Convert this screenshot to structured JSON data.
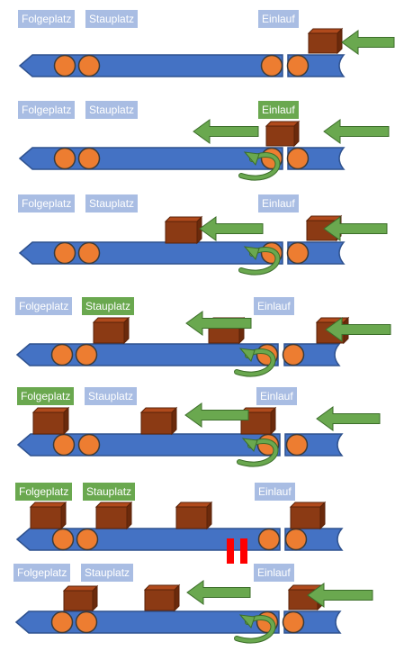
{
  "colors": {
    "belt": "#4472c4",
    "belt_stroke": "#2f528f",
    "roller": "#ed7d31",
    "roller_stroke": "#3b3b3b",
    "box": "#8b3a14",
    "box_top": "#b04a1c",
    "arrow": "#6aa84f",
    "arrow_stroke": "#3c6e2a",
    "label_inactive": "#a9bde3",
    "label_active": "#6aa84f",
    "stop": "#ff0000"
  },
  "panels": [
    {
      "labels": {
        "folgeplatz": "Folgeplatz",
        "stauplatz": "Stauplatz",
        "einlauf": "Einlauf"
      },
      "active": []
    },
    {
      "labels": {
        "folgeplatz": "Folgeplatz",
        "stauplatz": "Stauplatz",
        "einlauf": "Einlauf"
      },
      "active": [
        "einlauf"
      ]
    },
    {
      "labels": {
        "folgeplatz": "Folgeplatz",
        "stauplatz": "Stauplatz",
        "einlauf": "Einlauf"
      },
      "active": []
    },
    {
      "labels": {
        "folgeplatz": "Folgeplatz",
        "stauplatz": "Stauplatz",
        "einlauf": "Einlauf"
      },
      "active": [
        "stauplatz"
      ]
    },
    {
      "labels": {
        "folgeplatz": "Folgeplatz",
        "stauplatz": "Stauplatz",
        "einlauf": "Einlauf"
      },
      "active": [
        "folgeplatz"
      ]
    },
    {
      "labels": {
        "folgeplatz": "Folgeplatz",
        "stauplatz": "Stauplatz",
        "einlauf": "Einlauf"
      },
      "active": [
        "folgeplatz",
        "stauplatz"
      ]
    },
    {
      "labels": {
        "folgeplatz": "Folgeplatz",
        "stauplatz": "Stauplatz",
        "einlauf": "Einlauf"
      },
      "active": []
    }
  ]
}
